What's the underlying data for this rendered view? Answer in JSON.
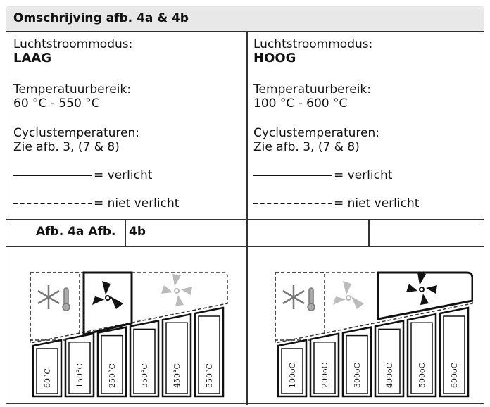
{
  "header": {
    "title": "Omschrijving afb. 4a & 4b"
  },
  "left": {
    "airflow_label": "Luchtstroommodus:",
    "airflow_value": "LAAG",
    "range_label": "Temperatuurbereik:",
    "range_value": "60 °C - 550 °C",
    "cycle_label": "Cyclustemperaturen:",
    "cycle_value": "Zie afb. 3, (7 & 8)",
    "legend_lit": "= verlicht",
    "legend_unlit": "= niet verlicht"
  },
  "right": {
    "airflow_label": "Luchtstroommodus:",
    "airflow_value": "HOOG",
    "range_label": "Temperatuurbereik:",
    "range_value": "100 °C - 600 °C",
    "cycle_label": "Cyclustemperaturen:",
    "cycle_value": "Zie afb. 3, (7 & 8)",
    "legend_lit": "= verlicht",
    "legend_unlit": "= niet verlicht"
  },
  "figure_row": {
    "label_a": "Afb. 4a Afb.",
    "label_b": "4b"
  },
  "panel_a": {
    "temps": [
      "60°C",
      "150°C",
      "250°C",
      "350°C",
      "450°C",
      "550°C"
    ],
    "lit_icon": "fan-low-icon",
    "unlit_icons": [
      "snowflake-thermometer-icon",
      "fan-high-icon"
    ]
  },
  "panel_b": {
    "temps": [
      "100oC",
      "200oC",
      "300oC",
      "400oC",
      "500oC",
      "600oC"
    ],
    "lit_icon": "fan-high-icon",
    "unlit_icons": [
      "snowflake-thermometer-icon",
      "fan-low-icon"
    ]
  }
}
